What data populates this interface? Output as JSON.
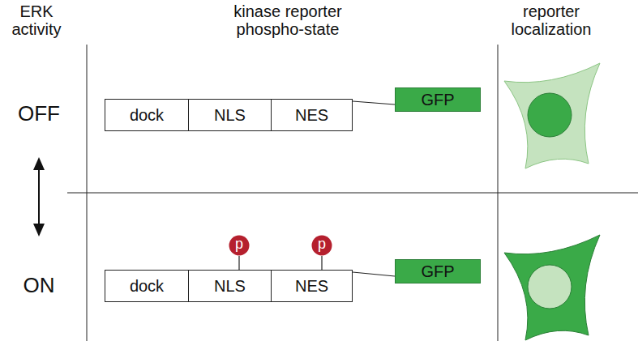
{
  "diagram": {
    "nodes": [
      {
        "text": [
          "dock"
        ]
      },
      {
        "text": [
          "NLS"
        ]
      },
      {
        "text": [
          "NES"
        ]
      },
      {
        "text": [
          "GFP"
        ]
      },
      {
        "text": [
          "p"
        ]
      },
      {
        "text": [
          "p"
        ]
      },
      {
        "text": [
          "dock"
        ]
      },
      {
        "text": [
          "NLS"
        ]
      },
      {
        "text": [
          "NES"
        ]
      },
      {
        "text": [
          "GFP"
        ]
      }
    ],
    "edges": [
      {
        "from": 2,
        "to": 3,
        "arrow": "none"
      },
      {
        "from": 4,
        "to": 7,
        "arrow": "none"
      },
      {
        "from": 5,
        "to": 8,
        "arrow": "none"
      },
      {
        "from": 8,
        "to": 9,
        "arrow": "none"
      }
    ],
    "labels": [
      "ERK activity",
      "kinase reporter phospho-state",
      "reporter localization",
      "OFF",
      "ON"
    ]
  }
}
